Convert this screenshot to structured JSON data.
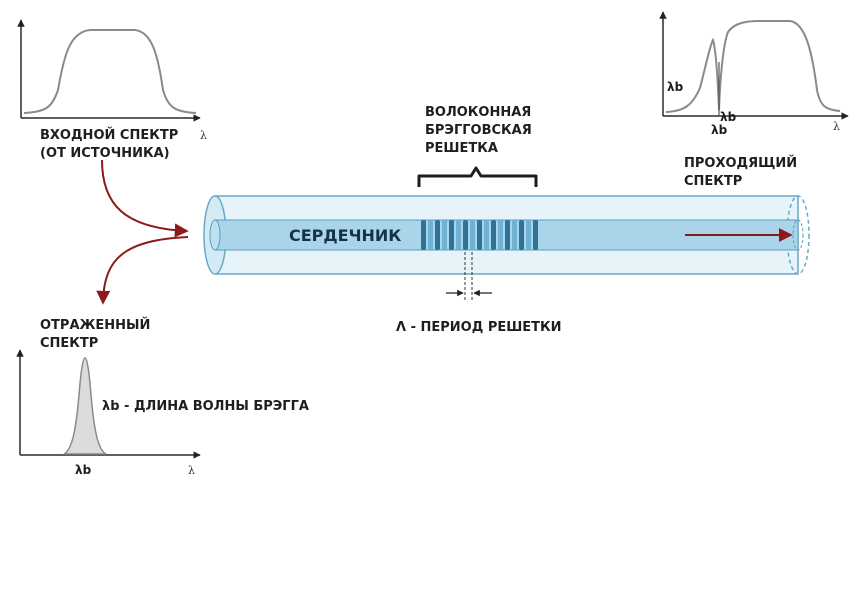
{
  "colors": {
    "axis": "#2a2a2a",
    "spectrum_line": "#8a8a8a",
    "arrow": "#8b1a1a",
    "cladding_fill": "#e6f3f9",
    "cladding_stroke": "#6aa9c6",
    "core_fill": "#a9d4ea",
    "grating_dark": "#2f7296",
    "grating_light": "#6fb2d4",
    "reflected_fill": "#dcdcdc"
  },
  "icons": {
    "input_arrow": "curved-arrow-right",
    "reflected_arrow": "curved-arrow-down",
    "transmitted_arrow": "arrow-right",
    "period_arrows": "inward-arrows"
  },
  "input_spectrum": {
    "label_line1": "ВХОДНОЙ СПЕКТР",
    "label_line2": "(ОТ ИСТОЧНИКА)",
    "x_symbol": "λ"
  },
  "transmitted_spectrum": {
    "label_line1": "ПРОХОДЯЩИЙ",
    "label_line2": "СПЕКТР",
    "y_marker": "λb",
    "notch_label_top": "λb",
    "notch_label_bottom": "λb",
    "x_symbol": "λ"
  },
  "reflected_spectrum": {
    "label_line1": "ОТРАЖЕННЫЙ",
    "label_line2": "СПЕКТР",
    "peak_label": "λb - ДЛИНА ВОЛНЫ БРЭГГА",
    "x_marker": "λb",
    "x_symbol": "λ"
  },
  "fiber": {
    "core_label": "СЕРДЕЧНИК",
    "grating_label_line1": "ВОЛОКОННАЯ",
    "grating_label_line2": "БРЭГГОВСКАЯ",
    "grating_label_line3": "РЕШЕТКА",
    "period_label": "Λ - ПЕРИОД РЕШЕТКИ"
  }
}
